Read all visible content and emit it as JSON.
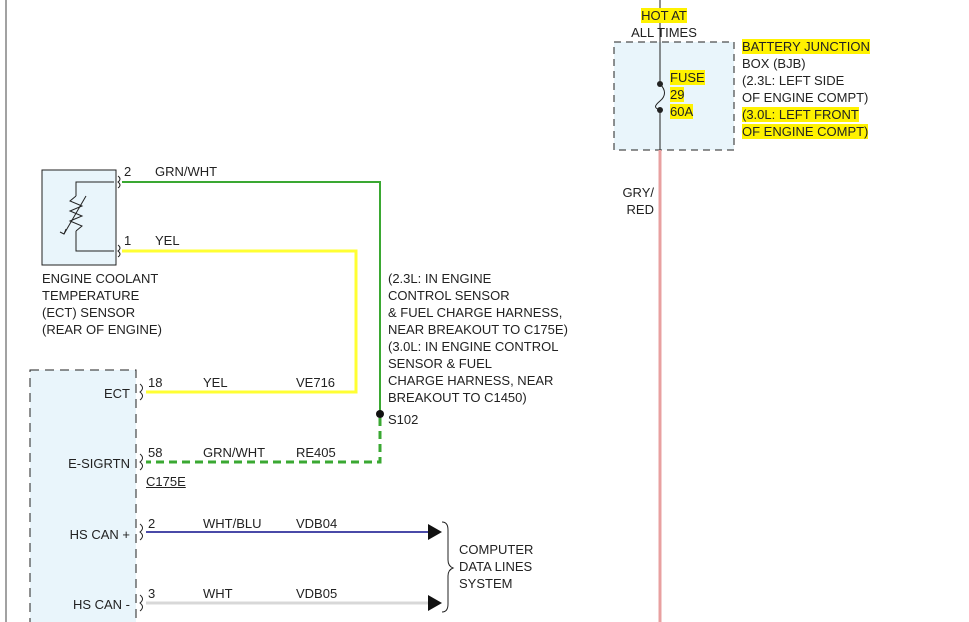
{
  "power": {
    "hot_line1": "HOT AT",
    "hot_line2": "ALL TIMES",
    "bjb_lines": [
      "BATTERY JUNCTION",
      "BOX (BJB)",
      "(2.3L: LEFT SIDE",
      "OF ENGINE COMPT)",
      "(3.0L: LEFT FRONT",
      "OF ENGINE COMPT)"
    ],
    "fuse_lines": [
      "FUSE",
      "29",
      "60A"
    ],
    "wire_line1": "GRY/",
    "wire_line2": "RED"
  },
  "sensor": {
    "name_lines": [
      "ENGINE COOLANT",
      "TEMPERATURE",
      "(ECT) SENSOR",
      "(REAR OF ENGINE)"
    ],
    "pin2": "2",
    "pin2_wire": "GRN/WHT",
    "pin1": "1",
    "pin1_wire": "YEL"
  },
  "splice": {
    "location_lines": [
      "(2.3L: IN ENGINE",
      "CONTROL SENSOR",
      "& FUEL CHARGE HARNESS,",
      "NEAR BREAKOUT TO C175E)",
      "(3.0L: IN ENGINE CONTROL",
      "SENSOR & FUEL",
      "CHARGE HARNESS, NEAR",
      "BREAKOUT TO C1450)"
    ],
    "id": "S102"
  },
  "pcm": {
    "connector": "C175E",
    "pins": [
      {
        "label": "ECT",
        "pin": "18",
        "wire": "YEL",
        "circuit": "VE716"
      },
      {
        "label": "E-SIGRTN",
        "pin": "58",
        "wire": "GRN/WHT",
        "circuit": "RE405"
      },
      {
        "label": "HS CAN +",
        "pin": "2",
        "wire": "WHT/BLU",
        "circuit": "VDB04"
      },
      {
        "label": "HS CAN -",
        "pin": "3",
        "wire": "WHT",
        "circuit": "VDB05"
      }
    ]
  },
  "network": {
    "lines": [
      "COMPUTER",
      "DATA LINES",
      "SYSTEM"
    ]
  },
  "colors": {
    "grn_wht": "#3aa832",
    "yel": "#ffff33",
    "wht_blu": "#4a4aa8",
    "wht": "#d8d8d8",
    "gry_red": "#e8a0a0",
    "box_fill": "#e9f5fb",
    "highlight": "#fff200"
  }
}
